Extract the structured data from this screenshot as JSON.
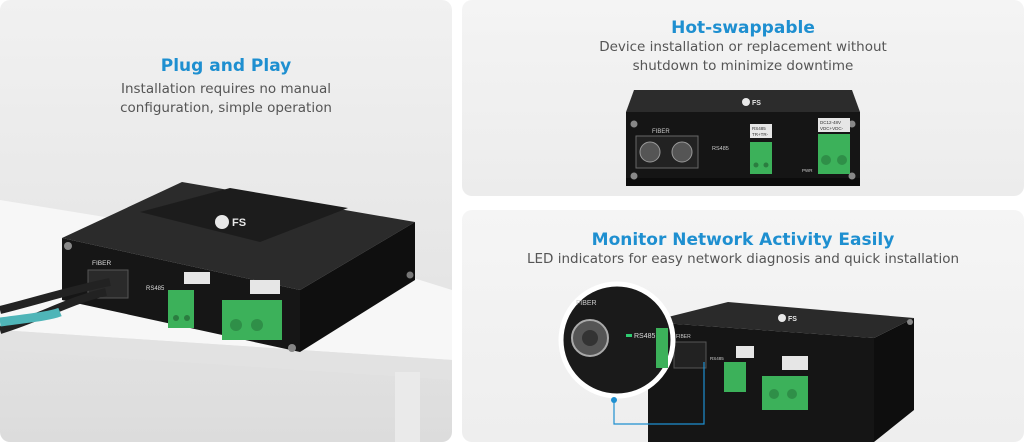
{
  "panels": {
    "plug_and_play": {
      "title": "Plug and Play",
      "desc_line1": "Installation requires no manual",
      "desc_line2": "configuration, simple operation"
    },
    "hot_swappable": {
      "title": "Hot-swappable",
      "desc_line1": "Device installation or replacement without",
      "desc_line2": "shutdown to minimize downtime"
    },
    "monitor": {
      "title": "Monitor Network Activity Easily",
      "desc_line1": "LED indicators for easy network diagnosis and quick installation"
    }
  },
  "device": {
    "brand": "FS",
    "fiber_label": "FIBER",
    "rs485_label": "RS485",
    "port_label_1": "RS485",
    "port_label_2": "TR+TR-",
    "power_label_1": "DC12-48V",
    "power_label_2": "VDC+VDC-",
    "pwr_label": "PWR"
  },
  "colors": {
    "accent": "#1e8fd0",
    "device_body": "#1b1b1b",
    "terminal_green": "#3cb15a",
    "cable_aqua": "#4fb5b8"
  }
}
